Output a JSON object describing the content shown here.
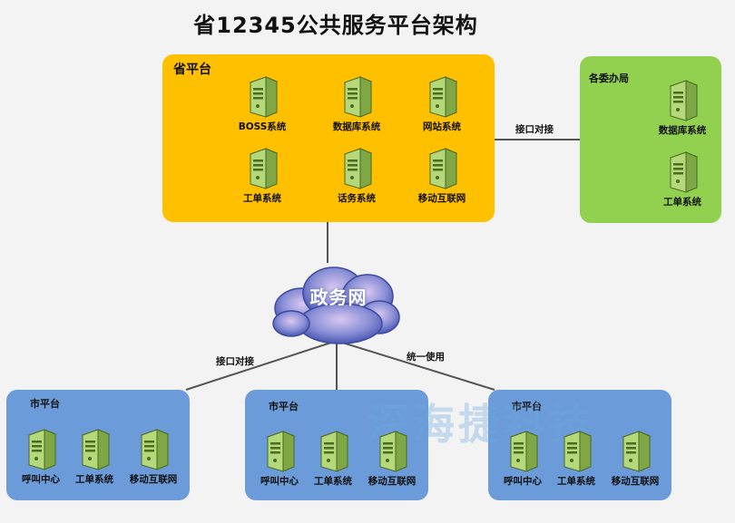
{
  "title": "省12345公共服务平台架构",
  "province": {
    "label": "省平台",
    "servers": [
      "BOSS系统",
      "数据库系统",
      "网站系统",
      "工单系统",
      "话务系统",
      "移动互联网"
    ]
  },
  "committees": {
    "label": "各委办局",
    "servers": [
      "数据库系统",
      "工单系统"
    ]
  },
  "cloud": {
    "label": "政务网"
  },
  "edges": {
    "province_committee": "接口对接",
    "cloud_city": "接口对接",
    "unified": "统一使用"
  },
  "cities": [
    {
      "label": "市平台",
      "servers": [
        "呼叫中心",
        "工单系统",
        "移动互联网"
      ]
    },
    {
      "label": "市平台",
      "servers": [
        "呼叫中心",
        "工单系统",
        "移动互联网"
      ]
    },
    {
      "label": "市平台",
      "servers": [
        "呼叫中心",
        "工单系统",
        "移动互联网"
      ]
    }
  ],
  "watermark": "深海捷科技",
  "colors": {
    "province_panel": "#ffc000",
    "committee_panel": "#92d050",
    "city_panel": "#6b9bd8",
    "server_body": "#a9cf6c",
    "connector": "#555555"
  }
}
